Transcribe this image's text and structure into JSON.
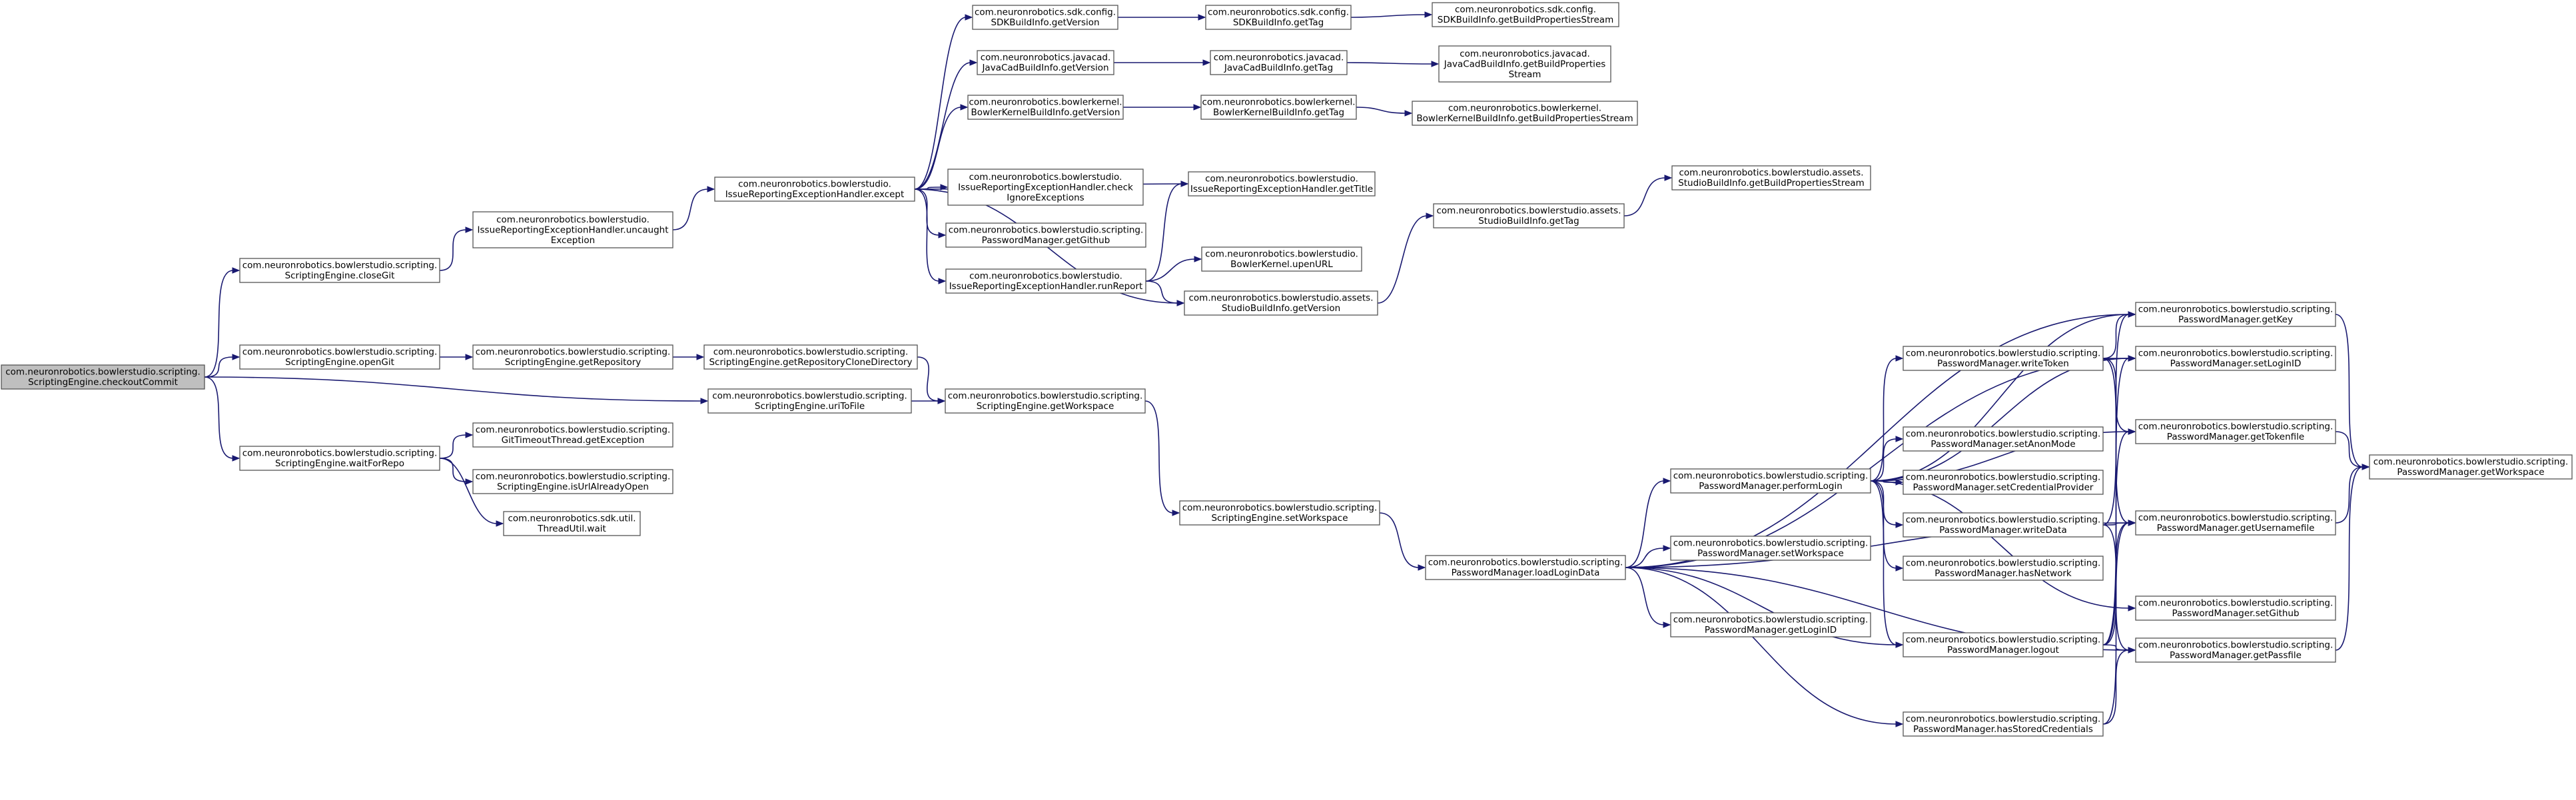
{
  "diagram": {
    "type": "call-graph",
    "colors": {
      "edge": "#191970",
      "root_fill": "#bfbfbf",
      "node_border": "#555555"
    },
    "nodes": [
      {
        "id": "n_checkout",
        "lines": [
          "com.neuronrobotics.bowlerstudio.scripting.",
          "ScriptingEngine.checkoutCommit"
        ],
        "root": true
      },
      {
        "id": "n_closeGit",
        "lines": [
          "com.neuronrobotics.bowlerstudio.scripting.",
          "ScriptingEngine.closeGit"
        ]
      },
      {
        "id": "n_openGit",
        "lines": [
          "com.neuronrobotics.bowlerstudio.scripting.",
          "ScriptingEngine.openGit"
        ]
      },
      {
        "id": "n_waitForRepo",
        "lines": [
          "com.neuronrobotics.bowlerstudio.scripting.",
          "ScriptingEngine.waitForRepo"
        ]
      },
      {
        "id": "n_uncaught",
        "lines": [
          "com.neuronrobotics.bowlerstudio.",
          "IssueReportingExceptionHandler.uncaught",
          "Exception"
        ]
      },
      {
        "id": "n_getRepository",
        "lines": [
          "com.neuronrobotics.bowlerstudio.scripting.",
          "ScriptingEngine.getRepository"
        ]
      },
      {
        "id": "n_gitTimeout",
        "lines": [
          "com.neuronrobotics.bowlerstudio.scripting.",
          "GitTimeoutThread.getException"
        ]
      },
      {
        "id": "n_isUrlOpen",
        "lines": [
          "com.neuronrobotics.bowlerstudio.scripting.",
          "ScriptingEngine.isUrlAlreadyOpen"
        ]
      },
      {
        "id": "n_threadWait",
        "lines": [
          "com.neuronrobotics.sdk.util.",
          "ThreadUtil.wait"
        ]
      },
      {
        "id": "n_except",
        "lines": [
          "com.neuronrobotics.bowlerstudio.",
          "IssueReportingExceptionHandler.except"
        ]
      },
      {
        "id": "n_getRepoClone",
        "lines": [
          "com.neuronrobotics.bowlerstudio.scripting.",
          "ScriptingEngine.getRepositoryCloneDirectory"
        ]
      },
      {
        "id": "n_uriToFile",
        "lines": [
          "com.neuronrobotics.bowlerstudio.scripting.",
          "ScriptingEngine.uriToFile"
        ]
      },
      {
        "id": "n_sdkGetVersion",
        "lines": [
          "com.neuronrobotics.sdk.config.",
          "SDKBuildInfo.getVersion"
        ]
      },
      {
        "id": "n_jcadGetVersion",
        "lines": [
          "com.neuronrobotics.javacad.",
          "JavaCadBuildInfo.getVersion"
        ]
      },
      {
        "id": "n_bkGetVersion",
        "lines": [
          "com.neuronrobotics.bowlerkernel.",
          "BowlerKernelBuildInfo.getVersion"
        ]
      },
      {
        "id": "n_checkIgnore",
        "lines": [
          "com.neuronrobotics.bowlerstudio.",
          "IssueReportingExceptionHandler.check",
          "IgnoreExceptions"
        ]
      },
      {
        "id": "n_pmGetGithub",
        "lines": [
          "com.neuronrobotics.bowlerstudio.scripting.",
          "PasswordManager.getGithub"
        ]
      },
      {
        "id": "n_runReport",
        "lines": [
          "com.neuronrobotics.bowlerstudio.",
          "IssueReportingExceptionHandler.runReport"
        ]
      },
      {
        "id": "n_getWorkspace",
        "lines": [
          "com.neuronrobotics.bowlerstudio.scripting.",
          "ScriptingEngine.getWorkspace"
        ]
      },
      {
        "id": "n_sdkGetTag",
        "lines": [
          "com.neuronrobotics.sdk.config.",
          "SDKBuildInfo.getTag"
        ]
      },
      {
        "id": "n_jcadGetTag",
        "lines": [
          "com.neuronrobotics.javacad.",
          "JavaCadBuildInfo.getTag"
        ]
      },
      {
        "id": "n_bkGetTag",
        "lines": [
          "com.neuronrobotics.bowlerkernel.",
          "BowlerKernelBuildInfo.getTag"
        ]
      },
      {
        "id": "n_getTitle",
        "lines": [
          "com.neuronrobotics.bowlerstudio.",
          "IssueReportingExceptionHandler.getTitle"
        ]
      },
      {
        "id": "n_upenURL",
        "lines": [
          "com.neuronrobotics.bowlerstudio.",
          "BowlerKernel.upenURL"
        ]
      },
      {
        "id": "n_studioGetVersion",
        "lines": [
          "com.neuronrobotics.bowlerstudio.assets.",
          "StudioBuildInfo.getVersion"
        ]
      },
      {
        "id": "n_setWorkspaceSE",
        "lines": [
          "com.neuronrobotics.bowlerstudio.scripting.",
          "ScriptingEngine.setWorkspace"
        ]
      },
      {
        "id": "n_sdkStream",
        "lines": [
          "com.neuronrobotics.sdk.config.",
          "SDKBuildInfo.getBuildPropertiesStream"
        ]
      },
      {
        "id": "n_jcadStream",
        "lines": [
          "com.neuronrobotics.javacad.",
          "JavaCadBuildInfo.getBuildProperties",
          "Stream"
        ]
      },
      {
        "id": "n_bkStream",
        "lines": [
          "com.neuronrobotics.bowlerkernel.",
          "BowlerKernelBuildInfo.getBuildPropertiesStream"
        ]
      },
      {
        "id": "n_studioGetTag",
        "lines": [
          "com.neuronrobotics.bowlerstudio.assets.",
          "StudioBuildInfo.getTag"
        ]
      },
      {
        "id": "n_loadLoginData",
        "lines": [
          "com.neuronrobotics.bowlerstudio.scripting.",
          "PasswordManager.loadLoginData"
        ]
      },
      {
        "id": "n_studioStream",
        "lines": [
          "com.neuronrobotics.bowlerstudio.assets.",
          "StudioBuildInfo.getBuildPropertiesStream"
        ]
      },
      {
        "id": "n_performLogin",
        "lines": [
          "com.neuronrobotics.bowlerstudio.scripting.",
          "PasswordManager.performLogin"
        ]
      },
      {
        "id": "n_setWorkspacePM",
        "lines": [
          "com.neuronrobotics.bowlerstudio.scripting.",
          "PasswordManager.setWorkspace"
        ]
      },
      {
        "id": "n_getLoginID",
        "lines": [
          "com.neuronrobotics.bowlerstudio.scripting.",
          "PasswordManager.getLoginID"
        ]
      },
      {
        "id": "n_writeToken",
        "lines": [
          "com.neuronrobotics.bowlerstudio.scripting.",
          "PasswordManager.writeToken"
        ]
      },
      {
        "id": "n_setAnonMode",
        "lines": [
          "com.neuronrobotics.bowlerstudio.scripting.",
          "PasswordManager.setAnonMode"
        ]
      },
      {
        "id": "n_setCredProv",
        "lines": [
          "com.neuronrobotics.bowlerstudio.scripting.",
          "PasswordManager.setCredentialProvider"
        ]
      },
      {
        "id": "n_writeData",
        "lines": [
          "com.neuronrobotics.bowlerstudio.scripting.",
          "PasswordManager.writeData"
        ]
      },
      {
        "id": "n_hasNetwork",
        "lines": [
          "com.neuronrobotics.bowlerstudio.scripting.",
          "PasswordManager.hasNetwork"
        ]
      },
      {
        "id": "n_logout",
        "lines": [
          "com.neuronrobotics.bowlerstudio.scripting.",
          "PasswordManager.logout"
        ]
      },
      {
        "id": "n_hasStored",
        "lines": [
          "com.neuronrobotics.bowlerstudio.scripting.",
          "PasswordManager.hasStoredCredentials"
        ]
      },
      {
        "id": "n_getKey",
        "lines": [
          "com.neuronrobotics.bowlerstudio.scripting.",
          "PasswordManager.getKey"
        ]
      },
      {
        "id": "n_setLoginID",
        "lines": [
          "com.neuronrobotics.bowlerstudio.scripting.",
          "PasswordManager.setLoginID"
        ]
      },
      {
        "id": "n_getTokenfile",
        "lines": [
          "com.neuronrobotics.bowlerstudio.scripting.",
          "PasswordManager.getTokenfile"
        ]
      },
      {
        "id": "n_getUsernamefile",
        "lines": [
          "com.neuronrobotics.bowlerstudio.scripting.",
          "PasswordManager.getUsernamefile"
        ]
      },
      {
        "id": "n_setGithub",
        "lines": [
          "com.neuronrobotics.bowlerstudio.scripting.",
          "PasswordManager.setGithub"
        ]
      },
      {
        "id": "n_getPassfile",
        "lines": [
          "com.neuronrobotics.bowlerstudio.scripting.",
          "PasswordManager.getPassfile"
        ]
      },
      {
        "id": "n_pmGetWorkspace",
        "lines": [
          "com.neuronrobotics.bowlerstudio.scripting.",
          "PasswordManager.getWorkspace"
        ]
      }
    ],
    "edges": [
      [
        "n_checkout",
        "n_closeGit"
      ],
      [
        "n_checkout",
        "n_openGit"
      ],
      [
        "n_checkout",
        "n_uriToFile"
      ],
      [
        "n_checkout",
        "n_waitForRepo"
      ],
      [
        "n_closeGit",
        "n_uncaught"
      ],
      [
        "n_uncaught",
        "n_except"
      ],
      [
        "n_openGit",
        "n_getRepository"
      ],
      [
        "n_getRepository",
        "n_getRepoClone"
      ],
      [
        "n_getRepoClone",
        "n_getWorkspace"
      ],
      [
        "n_uriToFile",
        "n_getWorkspace"
      ],
      [
        "n_waitForRepo",
        "n_gitTimeout"
      ],
      [
        "n_waitForRepo",
        "n_isUrlOpen"
      ],
      [
        "n_waitForRepo",
        "n_threadWait"
      ],
      [
        "n_except",
        "n_sdkGetVersion"
      ],
      [
        "n_except",
        "n_jcadGetVersion"
      ],
      [
        "n_except",
        "n_bkGetVersion"
      ],
      [
        "n_except",
        "n_getTitle"
      ],
      [
        "n_except",
        "n_checkIgnore"
      ],
      [
        "n_except",
        "n_pmGetGithub"
      ],
      [
        "n_except",
        "n_runReport"
      ],
      [
        "n_except",
        "n_studioGetVersion"
      ],
      [
        "n_sdkGetVersion",
        "n_sdkGetTag"
      ],
      [
        "n_sdkGetTag",
        "n_sdkStream"
      ],
      [
        "n_jcadGetVersion",
        "n_jcadGetTag"
      ],
      [
        "n_jcadGetTag",
        "n_jcadStream"
      ],
      [
        "n_bkGetVersion",
        "n_bkGetTag"
      ],
      [
        "n_bkGetTag",
        "n_bkStream"
      ],
      [
        "n_runReport",
        "n_getTitle"
      ],
      [
        "n_runReport",
        "n_upenURL"
      ],
      [
        "n_runReport",
        "n_studioGetVersion"
      ],
      [
        "n_studioGetVersion",
        "n_studioGetTag"
      ],
      [
        "n_studioGetTag",
        "n_studioStream"
      ],
      [
        "n_getWorkspace",
        "n_setWorkspaceSE"
      ],
      [
        "n_setWorkspaceSE",
        "n_loadLoginData"
      ],
      [
        "n_loadLoginData",
        "n_performLogin"
      ],
      [
        "n_loadLoginData",
        "n_setWorkspacePM"
      ],
      [
        "n_loadLoginData",
        "n_getLoginID"
      ],
      [
        "n_loadLoginData",
        "n_logout"
      ],
      [
        "n_loadLoginData",
        "n_hasStored"
      ],
      [
        "n_loadLoginData",
        "n_getKey"
      ],
      [
        "n_loadLoginData",
        "n_setLoginID"
      ],
      [
        "n_loadLoginData",
        "n_getUsernamefile"
      ],
      [
        "n_loadLoginData",
        "n_getPassfile"
      ],
      [
        "n_performLogin",
        "n_getKey"
      ],
      [
        "n_performLogin",
        "n_setLoginID"
      ],
      [
        "n_performLogin",
        "n_writeToken"
      ],
      [
        "n_performLogin",
        "n_getTokenfile"
      ],
      [
        "n_performLogin",
        "n_setAnonMode"
      ],
      [
        "n_performLogin",
        "n_setCredProv"
      ],
      [
        "n_performLogin",
        "n_writeData"
      ],
      [
        "n_performLogin",
        "n_hasNetwork"
      ],
      [
        "n_performLogin",
        "n_logout"
      ],
      [
        "n_performLogin",
        "n_setGithub"
      ],
      [
        "n_writeToken",
        "n_getKey"
      ],
      [
        "n_writeToken",
        "n_setLoginID"
      ],
      [
        "n_writeToken",
        "n_getTokenfile"
      ],
      [
        "n_writeToken",
        "n_getUsernamefile"
      ],
      [
        "n_writeData",
        "n_getKey"
      ],
      [
        "n_writeData",
        "n_getUsernamefile"
      ],
      [
        "n_writeData",
        "n_getPassfile"
      ],
      [
        "n_logout",
        "n_setLoginID"
      ],
      [
        "n_logout",
        "n_getTokenfile"
      ],
      [
        "n_logout",
        "n_getUsernamefile"
      ],
      [
        "n_logout",
        "n_getPassfile"
      ],
      [
        "n_hasStored",
        "n_getUsernamefile"
      ],
      [
        "n_hasStored",
        "n_getPassfile"
      ],
      [
        "n_getKey",
        "n_pmGetWorkspace"
      ],
      [
        "n_getTokenfile",
        "n_pmGetWorkspace"
      ],
      [
        "n_getUsernamefile",
        "n_pmGetWorkspace"
      ],
      [
        "n_getPassfile",
        "n_pmGetWorkspace"
      ]
    ]
  }
}
